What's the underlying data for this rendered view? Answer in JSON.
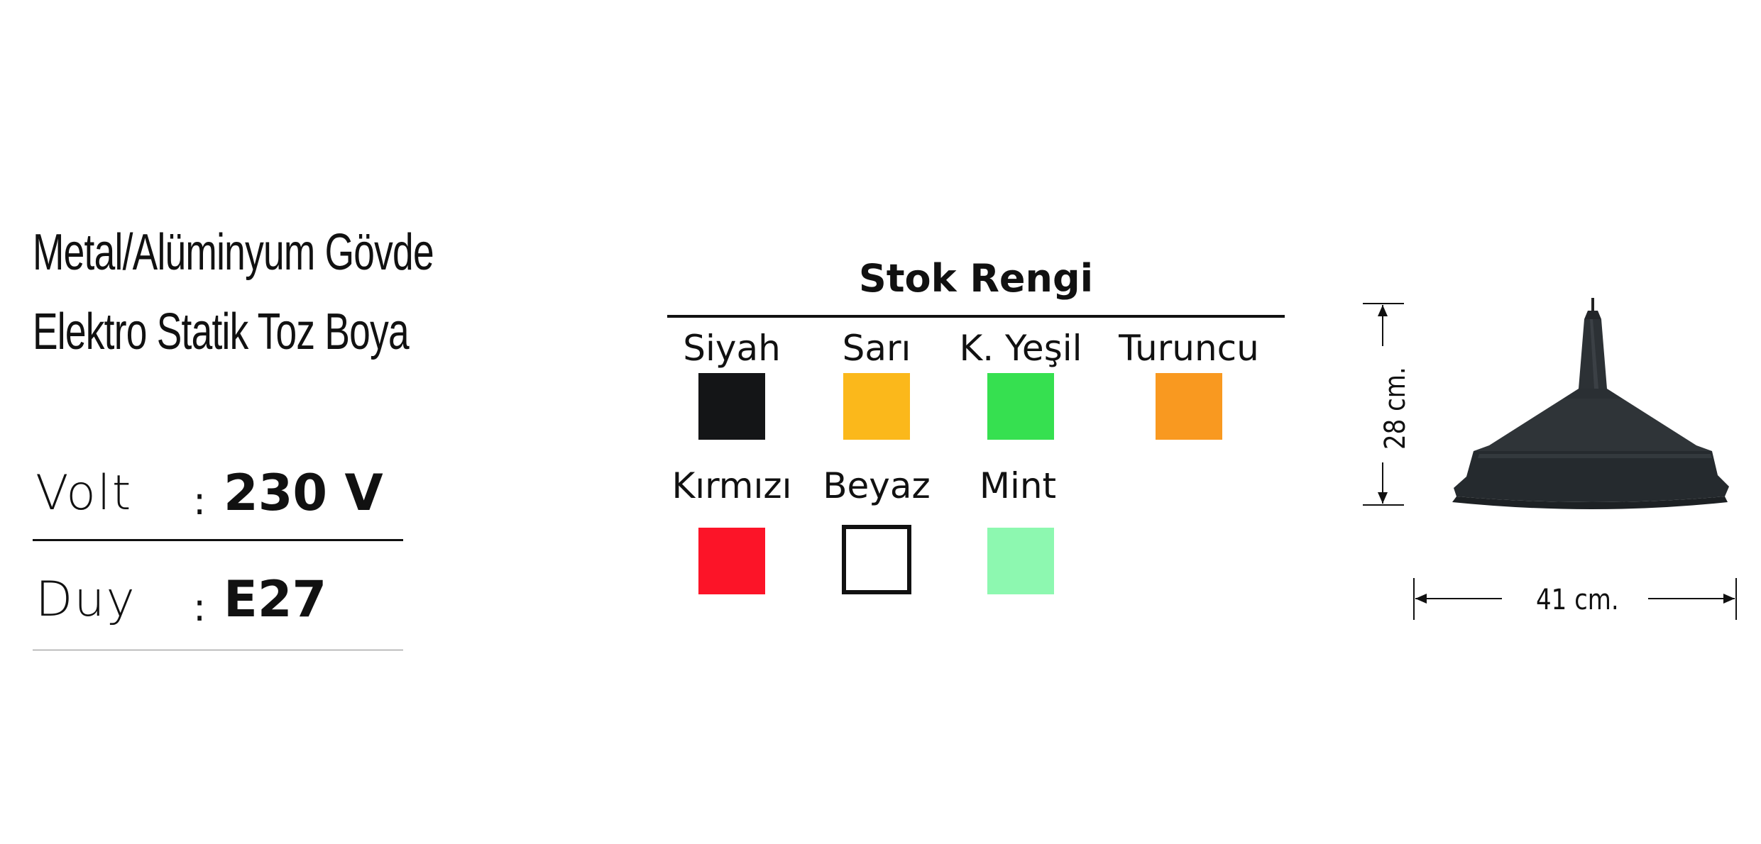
{
  "description": {
    "line1": "Metal/Alüminyum Gövde",
    "line2": "Elektro Statik Toz Boya"
  },
  "specs": [
    {
      "label": "Volt",
      "colon": ":",
      "value": "230 V"
    },
    {
      "label": "Duy",
      "colon": ":",
      "value": "E27"
    }
  ],
  "stock_colors": {
    "title": "Stok Rengi",
    "items": [
      {
        "name": "Siyah",
        "color": "#141517"
      },
      {
        "name": "Sarı",
        "color": "#fbb81b"
      },
      {
        "name": "K. Yeşil",
        "color": "#36e050"
      },
      {
        "name": "Turuncu",
        "color": "#f99920"
      },
      {
        "name": "Kırmızı",
        "color": "#fc1428"
      },
      {
        "name": "Beyaz",
        "color": "#ffffff"
      },
      {
        "name": "Mint",
        "color": "#8df8b0"
      }
    ]
  },
  "product_illustration": {
    "icon": "pendant-lamp-icon",
    "height_label": "28 cm.",
    "width_label": "41 cm."
  }
}
